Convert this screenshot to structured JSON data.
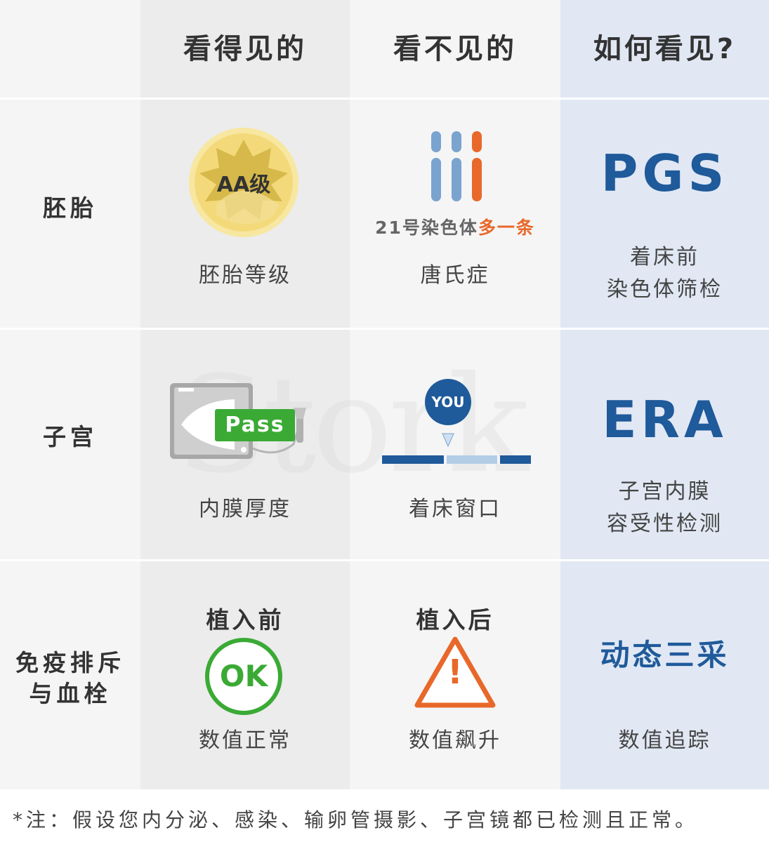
{
  "headers": [
    "看得见的",
    "看不见的",
    "如何看见?"
  ],
  "watermark": "Stork",
  "rows": [
    {
      "label": "胚胎",
      "visible": {
        "badge_text": "AA级",
        "caption": "胚胎等级"
      },
      "invisible": {
        "note_prefix": "21号染色体",
        "note_highlight": "多一条",
        "caption": "唐氏症"
      },
      "solution": {
        "acronym": "PGS",
        "desc_line1": "着床前",
        "desc_line2": "染色体筛检"
      }
    },
    {
      "label": "子宫",
      "visible": {
        "badge_text": "Pass",
        "caption": "内膜厚度"
      },
      "invisible": {
        "pin_text": "YOU",
        "caption": "着床窗口"
      },
      "solution": {
        "acronym": "ERA",
        "desc_line1": "子宫内膜",
        "desc_line2": "容受性检测"
      }
    },
    {
      "label_line1": "免疫排斥",
      "label_line2": "与血栓",
      "visible": {
        "title": "植入前",
        "badge_text": "OK",
        "caption": "数值正常"
      },
      "invisible": {
        "title": "植入后",
        "icon_glyph": "!",
        "caption": "数值飙升"
      },
      "solution": {
        "title": "动态三采",
        "caption": "数值追踪"
      }
    }
  ],
  "footnote": "*注：假设您内分泌、感染、输卵管摄影、子宫镜都已检测且正常。",
  "colors": {
    "blue": "#1f5a9a",
    "orange": "#e8682a",
    "green": "#3aaa35",
    "chromosome_blue": "#7aa3cf",
    "gold": "#f7e7a0"
  }
}
